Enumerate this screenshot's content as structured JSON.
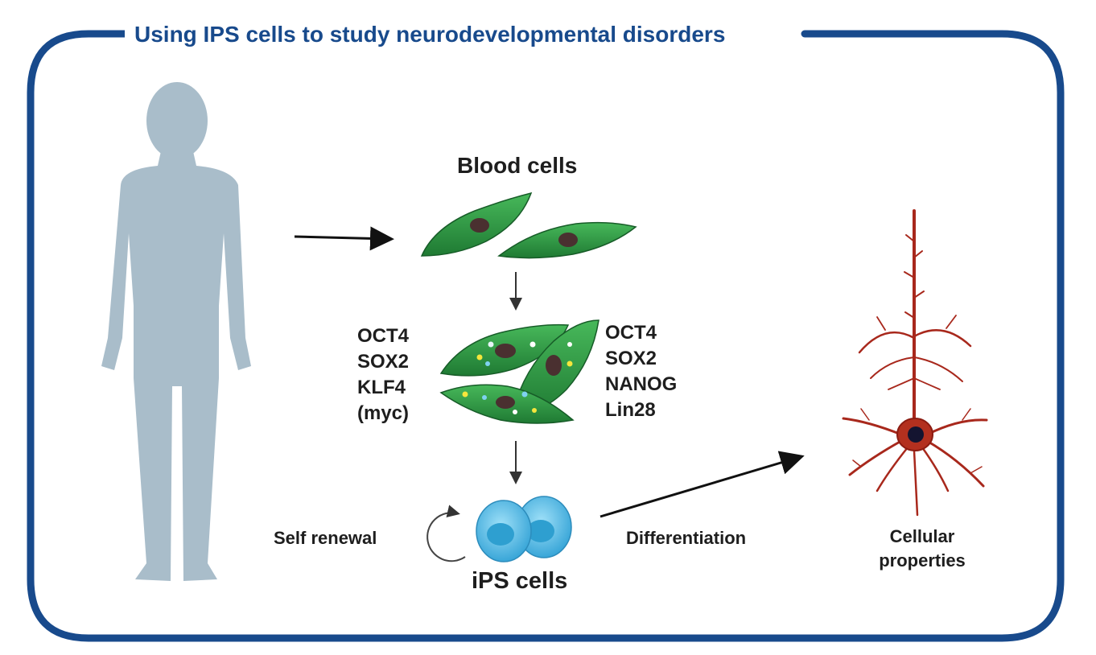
{
  "title": "Using IPS cells to study neurodevelopmental disorders",
  "labels": {
    "blood_cells": "Blood cells",
    "ips_cells": "iPS cells",
    "self_renewal": "Self renewal",
    "differentiation": "Differentiation",
    "cellular_properties": "Cellular properties"
  },
  "factors_left": [
    "OCT4",
    "SOX2",
    "KLF4",
    "(myc)"
  ],
  "factors_right": [
    "OCT4",
    "SOX2",
    "NANOG",
    "Lin28"
  ],
  "colors": {
    "frame": "#184a8c",
    "silhouette": "#a9bdca",
    "cell_green": "#2e9a44",
    "nucleus": "#4a3030",
    "ips_blue": "#5cc0ea",
    "neuron": "#a8281c",
    "text": "#1e1e1e"
  }
}
